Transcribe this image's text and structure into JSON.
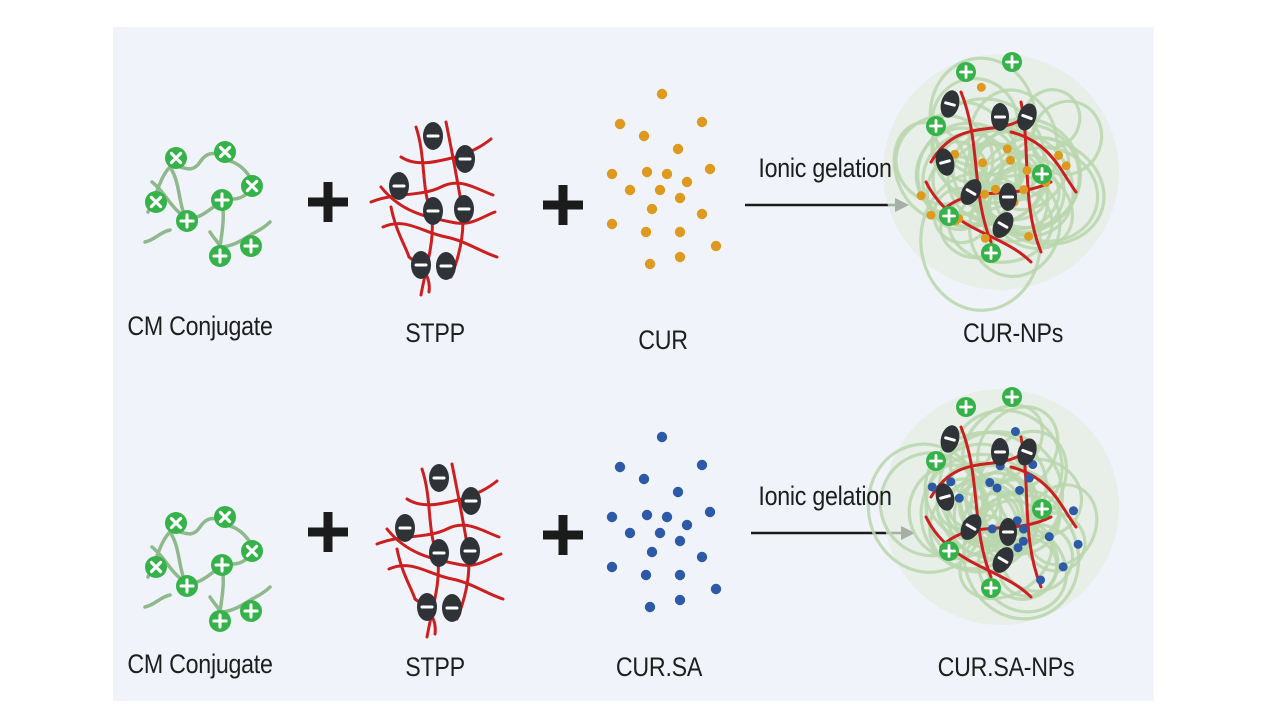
{
  "rows": [
    {
      "id": "cur",
      "labels": {
        "conjugate": "CM Conjugate",
        "crosslinker": "STPP",
        "drug": "CUR",
        "process": "Ionic gelation",
        "product": "CUR-NPs"
      },
      "drug_dot_color": "#dd9a1e"
    },
    {
      "id": "cur-sa",
      "labels": {
        "conjugate": "CM Conjugate",
        "crosslinker": "STPP",
        "drug": "CUR.SA",
        "process": "Ionic gelation",
        "product": "CUR.SA-NPs"
      },
      "drug_dot_color": "#2c5aa6"
    }
  ],
  "colors": {
    "positive_charge": "#36b24a",
    "negative_charge": "#2f3236",
    "crosslinker_chain": "#cc2020",
    "conjugate_chain": "#8fb98c",
    "nanoparticle_shell": "#b9d6ad",
    "background": "#f0f4fa"
  }
}
